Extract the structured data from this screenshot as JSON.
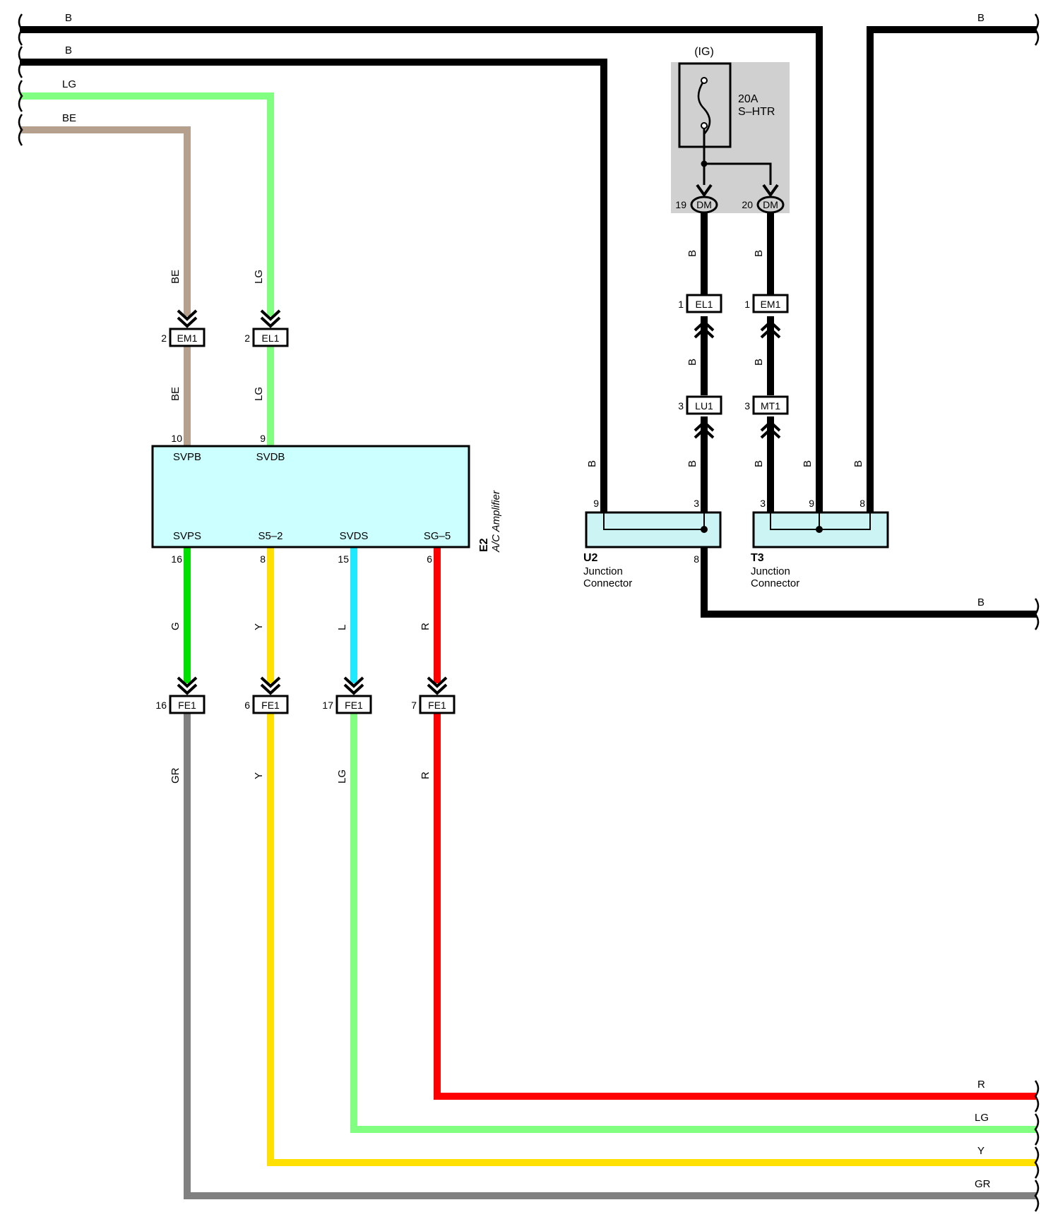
{
  "colors": {
    "B": "#000000",
    "LG": "#80ff80",
    "BE": "#b4a08c",
    "G": "#00e000",
    "Y": "#ffe000",
    "L": "#20e8ff",
    "R": "#ff0000",
    "GR": "#808080",
    "amplifier_fill": "#ccffff",
    "junction_fill": "#ccf4f4",
    "fuse_box_fill": "#d0d0d0"
  },
  "wire_labels": {
    "b_top1": "B",
    "b_top2": "B",
    "b_top_right": "B",
    "lg_top": "LG",
    "be_top": "BE",
    "be_v1": "BE",
    "be_v2": "BE",
    "lg_v1": "LG",
    "lg_v2": "LG",
    "g_v": "G",
    "y_v1": "Y",
    "l_v": "L",
    "r_v1": "R",
    "gr_v": "GR",
    "y_v2": "Y",
    "lg_v3": "LG",
    "r_v2": "R",
    "b_left_drop": "B",
    "b_u2_3": "B",
    "b_t3_3": "B",
    "b_t3_9": "B",
    "b_t3_8": "B",
    "b_el1_upper": "B",
    "b_em1_upper": "B",
    "b_el1_lower": "B",
    "b_em1_lower": "B",
    "b_u2_out": "B",
    "r_out": "R",
    "lg_out": "LG",
    "y_out": "Y",
    "gr_out": "GR"
  },
  "fuse": {
    "circuit": "(IG)",
    "rating": "20A",
    "name": "S–HTR",
    "outputs": [
      {
        "pin": "19",
        "connector": "DM"
      },
      {
        "pin": "20",
        "connector": "DM"
      }
    ]
  },
  "connectors": {
    "em1_left": {
      "pin": "2",
      "name": "EM1"
    },
    "el1_left": {
      "pin": "2",
      "name": "EL1"
    },
    "el1_right": {
      "pin": "1",
      "name": "EL1"
    },
    "em1_right": {
      "pin": "1",
      "name": "EM1"
    },
    "lu1": {
      "pin": "3",
      "name": "LU1"
    },
    "mt1": {
      "pin": "3",
      "name": "MT1"
    },
    "fe1_a": {
      "pin": "16",
      "name": "FE1"
    },
    "fe1_b": {
      "pin": "6",
      "name": "FE1"
    },
    "fe1_c": {
      "pin": "17",
      "name": "FE1"
    },
    "fe1_d": {
      "pin": "7",
      "name": "FE1"
    }
  },
  "amplifier": {
    "id": "E2",
    "name": "A/C Amplifier",
    "top_pins": [
      {
        "pin": "10",
        "signal": "SVPB"
      },
      {
        "pin": "9",
        "signal": "SVDB"
      }
    ],
    "bottom_pins": [
      {
        "pin": "16",
        "signal": "SVPS"
      },
      {
        "pin": "8",
        "signal": "S5–2"
      },
      {
        "pin": "15",
        "signal": "SVDS"
      },
      {
        "pin": "6",
        "signal": "SG–5"
      }
    ]
  },
  "junctions": {
    "u2": {
      "id": "U2",
      "line1": "Junction",
      "line2": "Connector",
      "pins": [
        "9",
        "3",
        "8"
      ]
    },
    "t3": {
      "id": "T3",
      "line1": "Junction",
      "line2": "Connector",
      "pins": [
        "3",
        "9",
        "8"
      ]
    }
  }
}
